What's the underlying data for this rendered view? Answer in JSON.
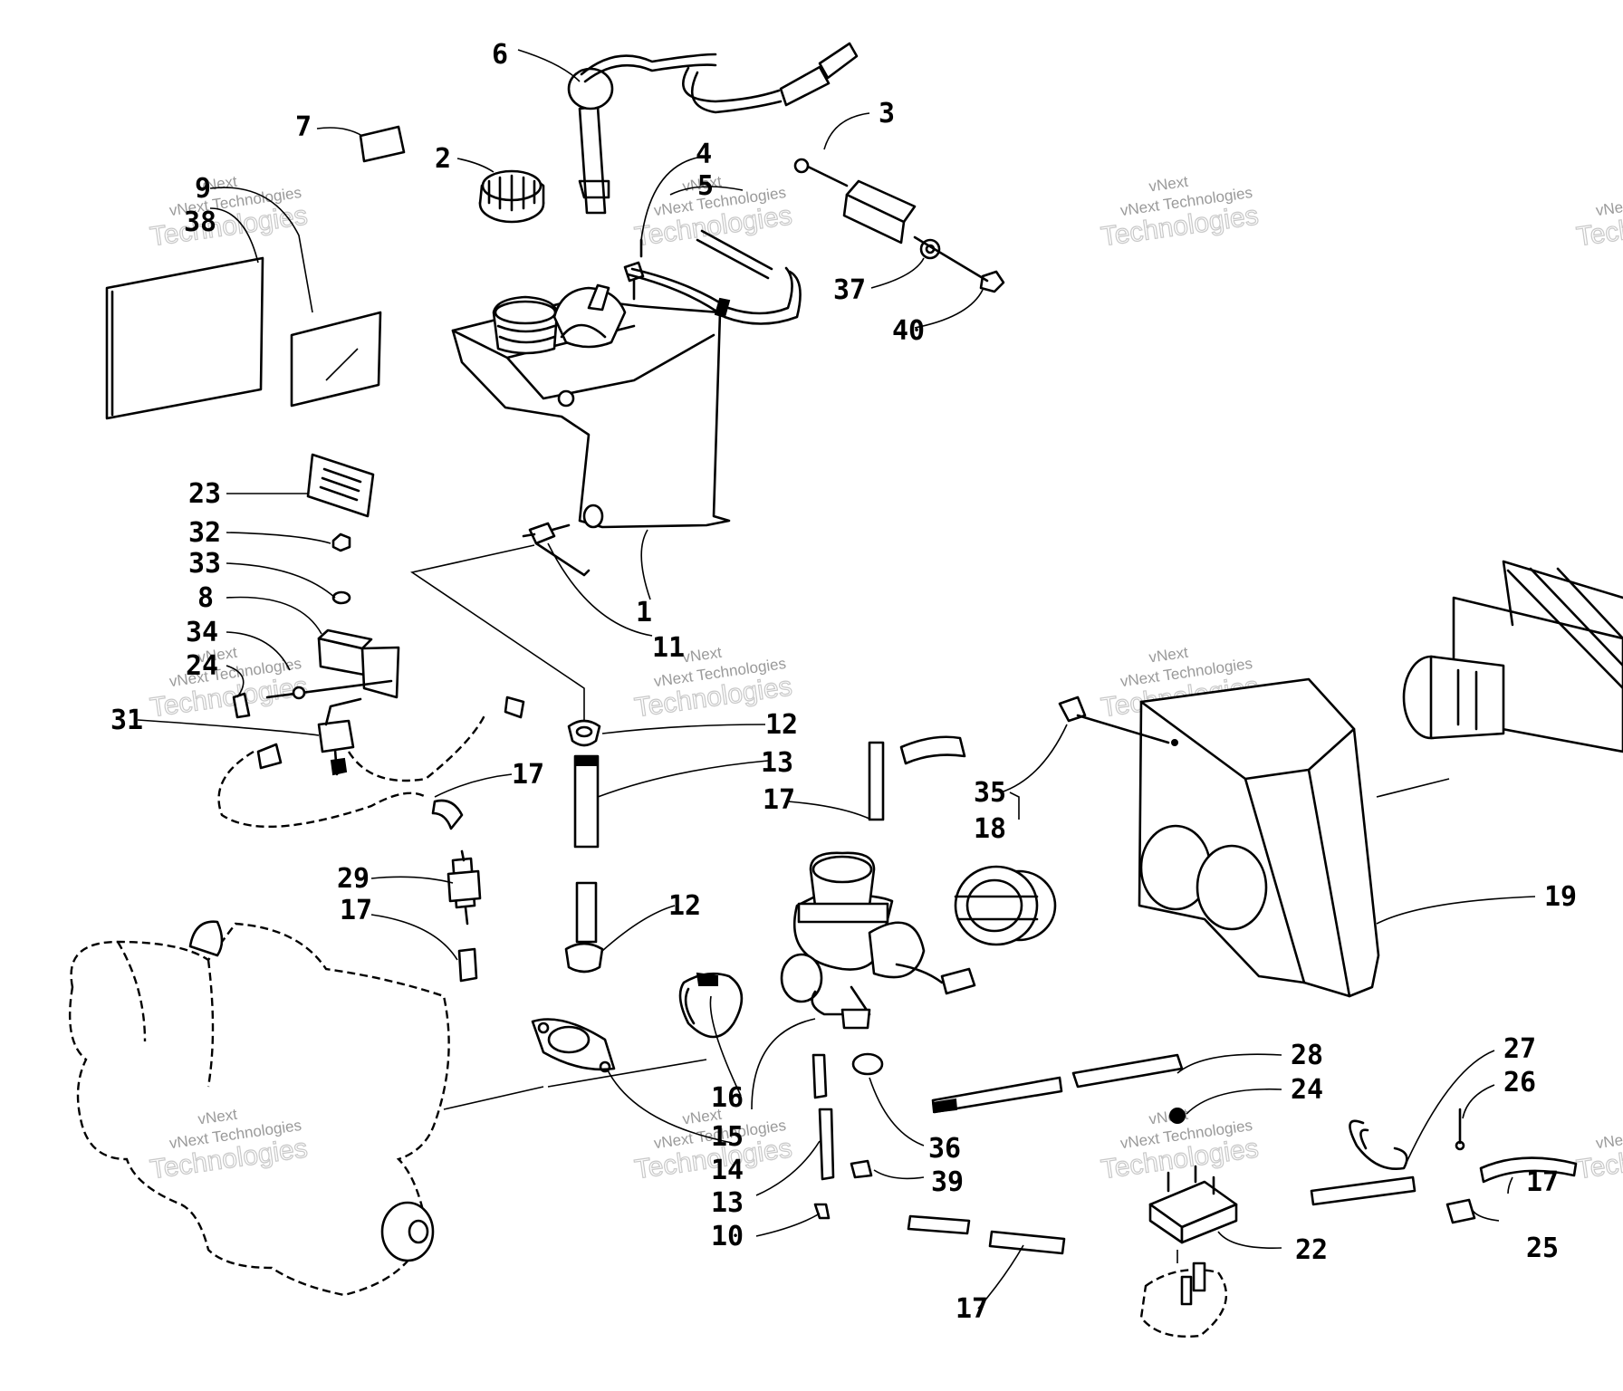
{
  "watermark": {
    "line1": "vNext",
    "line2": "vNext Technologies",
    "line3": "Technologies"
  },
  "callouts": {
    "c1": "1",
    "c2": "2",
    "c3": "3",
    "c4": "4",
    "c5": "5",
    "c6": "6",
    "c7": "7",
    "c8": "8",
    "c9": "9",
    "c10": "10",
    "c11": "11",
    "c12a": "12",
    "c12b": "12",
    "c13a": "13",
    "c13b": "13",
    "c14": "14",
    "c15": "15",
    "c16": "16",
    "c17a": "17",
    "c17b": "17",
    "c17c": "17",
    "c17d": "17",
    "c17e": "17",
    "c18": "18",
    "c19": "19",
    "c22": "22",
    "c23": "23",
    "c24a": "24",
    "c24b": "24",
    "c25": "25",
    "c26": "26",
    "c27": "27",
    "c28": "28",
    "c29": "29",
    "c31": "31",
    "c32": "32",
    "c33": "33",
    "c34": "34",
    "c35": "35",
    "c36": "36",
    "c37": "37",
    "c38": "38",
    "c39": "39",
    "c40": "40"
  }
}
